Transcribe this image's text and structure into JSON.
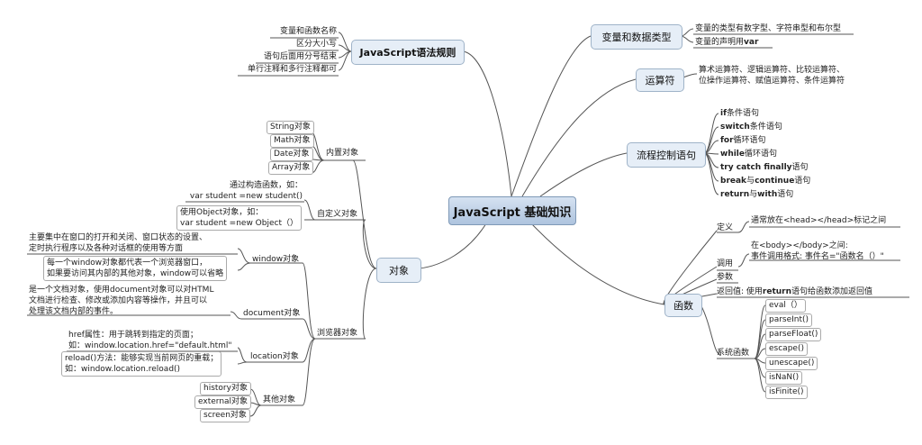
{
  "root": "JavaScript 基础知识",
  "right": {
    "vars": {
      "label": "变量和数据类型",
      "items": [
        "变量的类型有数字型、字符串型和布尔型",
        "变量的声明用var"
      ]
    },
    "ops": {
      "label": "运算符",
      "lines": [
        "算术运算符、逻辑运算符、比较运算符、",
        "位操作运算符、赋值运算符、条件运算符"
      ]
    },
    "flow": {
      "label": "流程控制语句",
      "items": [
        "if条件语句",
        "switch条件语句",
        "for循环语句",
        "while循环语句",
        "try catch finally语句",
        "break与continue语句",
        "return与with语句"
      ]
    },
    "func": {
      "label": "函数",
      "def_label": "定义",
      "def_text": "通常放在<head></head>标记之间",
      "call_label": "调用",
      "call_lines": [
        "在<body></body>之间:",
        "事件调用格式: 事件名=\"函数名（）\""
      ],
      "param_label": "参数",
      "ret_text": "返回值: 使用return语句给函数添加返回值",
      "sys_label": "系统函数",
      "sys_items": [
        "eval（）",
        "parseInt()",
        "parseFloat()",
        "escape()",
        "unescape()",
        "isNaN()",
        "isFinite()"
      ]
    }
  },
  "left": {
    "syntax": {
      "label": "JavaScript语法规则",
      "items": [
        "变量和函数名称",
        "区分大小写",
        "语句后面用分号结束",
        "单行注释和多行注释都可"
      ]
    },
    "obj": {
      "label": "对象",
      "builtin_label": "内置对象",
      "builtin_items": [
        "String对象",
        "Math对象",
        "Date对象",
        "Array对象"
      ],
      "custom_label": "自定义对象",
      "custom_a": [
        "通过构造函数，如：",
        "var student =new student()"
      ],
      "custom_b": [
        "使用Object对象，如：",
        "var student =new Object（）"
      ],
      "browser_label": "浏览器对象",
      "window_label": "window对象",
      "window_a": [
        "主要集中在窗口的打开和关闭、窗口状态的设置、",
        "定时执行程序以及各种对话框的使用等方面"
      ],
      "window_b": [
        "每一个window对象都代表一个浏览器窗口，",
        "如果要访问其内部的其他对象，window可以省略"
      ],
      "document_label": "document对象",
      "document_text": [
        "是一个文档对象，使用document对象可以对HTML",
        "文档进行检查、修改或添加内容等操作，并且可以",
        "处理该文档内部的事件。"
      ],
      "location_label": "location对象",
      "location_a": [
        "href属性：用于跳转到指定的页面；",
        "如：window.location.href=\"default.html\""
      ],
      "location_b": [
        "reload()方法：能够实现当前网页的重载；",
        "如：window.location.reload()"
      ],
      "other_label": "其他对象",
      "other_items": [
        "history对象",
        "external对象",
        "screen对象"
      ]
    }
  }
}
